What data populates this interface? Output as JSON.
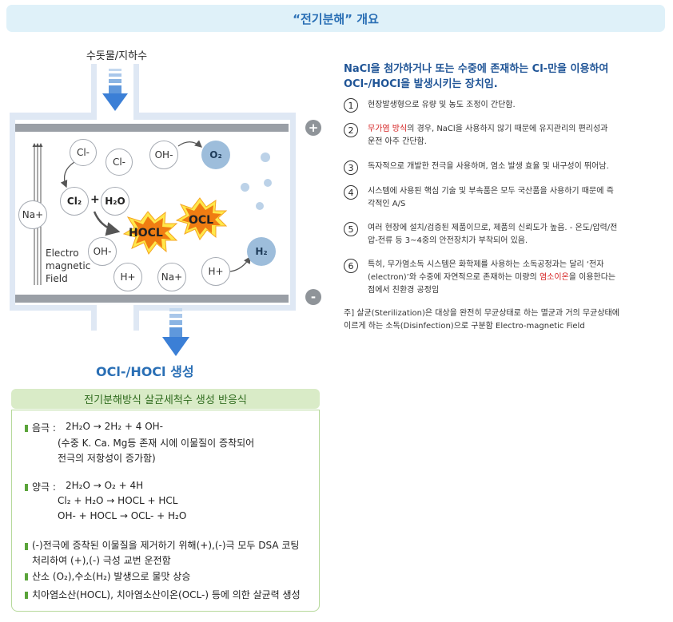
{
  "title": "“전기분해” 개요",
  "diagram": {
    "inlet_label": "수돗물/지하수",
    "ions": {
      "cl_minus_1": "Cl-",
      "cl_minus_2": "Cl-",
      "oh_minus_top": "OH-",
      "o2": "O₂",
      "cl2": "Cl₂",
      "plus_sign": "+",
      "h2o": "H₂O",
      "na_plus_left": "Na+",
      "oh_minus_bottom": "OH-",
      "h_plus_1": "H+",
      "na_plus_bottom": "Na+",
      "h_plus_2": "H+",
      "h2": "H₂",
      "hocl": "HOCL",
      "ocl": "OCL"
    },
    "emf_label": [
      "Electro",
      "magnetic",
      "Field"
    ],
    "anode_sign": "+",
    "cathode_sign": "-",
    "output_label": "OCl-/HOCl 생성"
  },
  "reactions": {
    "header": "전기분해방식 살균세척수  생성 반응식",
    "cathode_prefix": "음극 :",
    "cathode_eq": "2H₂O → 2H₂ + 4 OH-",
    "cathode_note_1": "(수중 K. Ca. Mg등 존재 시에 이물질이 증착되어",
    "cathode_note_2": "전극의 저항성이 증가함)",
    "anode_prefix": "양극 :",
    "anode_eq_1": "2H₂O → O₂ + 4H",
    "anode_eq_2": "Cl₂ + H₂O → HOCL + HCL",
    "anode_eq_3": "OH- + HOCL → OCL-  +  H₂O",
    "bullet_1a": "(-)전극에 증착된 이물질을 제거하기 위해(+),(-)극 모두 DSA 코팅",
    "bullet_1b": "처리하여 (+),(-) 극성 교번 운전함",
    "bullet_2": "산소 (O₂),수소(H₂) 발생으로 물맛 상승",
    "bullet_3": "치아염소산(HOCL), 치아염소산이온(OCL-) 등에 의한 살균력 생성"
  },
  "intro": {
    "line_1": "NaCl을 첨가하거나 또는 수중에 존재하는 Cl-만을 이용하여",
    "line_2": "OCl-/HOCl을 발생시키는 장치임."
  },
  "items": [
    {
      "num": "1",
      "text": "현장발생형으로 유량 및 농도 조정이 간단함."
    },
    {
      "num": "2",
      "red": "무가염 방식",
      "text_after_red": "의 경우, NaCl을 사용하지 않기 때문에 유지관리의 편리성과",
      "line_2": "운전 아주 간단함."
    },
    {
      "num": "3",
      "text": "독자적으로 개발한 전극을 사용하며, 염소 발생 효율 및 내구성이 뛰어남."
    },
    {
      "num": "4",
      "text": "시스템에 사용된 핵심 기술 및 부속품은 모두 국산품을 사용하기 때문에 즉",
      "line_2": "각적인 A/S"
    },
    {
      "num": "5",
      "text": "여러 현장에 설치/검증된 제품이므로, 제품의 신뢰도가 높음. - 온도/압력/전",
      "line_2": "압-전류 등 3~4중의 안전장치가 부착되어 있음."
    },
    {
      "num": "6",
      "text": "특히, 무가염소독 시스템은 화학제를 사용하는 소독공정과는 달리 ‘전자",
      "line_2a": "(electron)’와 수중에 자연적으로 존재하는 미량의 ",
      "line_2_red": "염소이온",
      "line_2b": "을 이용한다는",
      "line_3": "점에서 친환경 공정임"
    }
  ],
  "note": {
    "line_1": "주] 살균(Sterilization)은 대상을 완전히 무균상태로 하는 멸균과 거의 무균상태에",
    "line_2": "이르게 하는 소독(Disinfection)으로 구분함 Electro-magnetic Field"
  },
  "colors": {
    "title_bg": "#dff1f9",
    "title_text": "#2a6fb5",
    "arrow_blue": "#3b7fd6",
    "burst_orange": "#f07d12",
    "burst_yellow": "#ffe84a",
    "highlight_red": "#d42020",
    "reaction_header_bg": "#d9ebc7",
    "bullet_green": "#5aa43a"
  }
}
